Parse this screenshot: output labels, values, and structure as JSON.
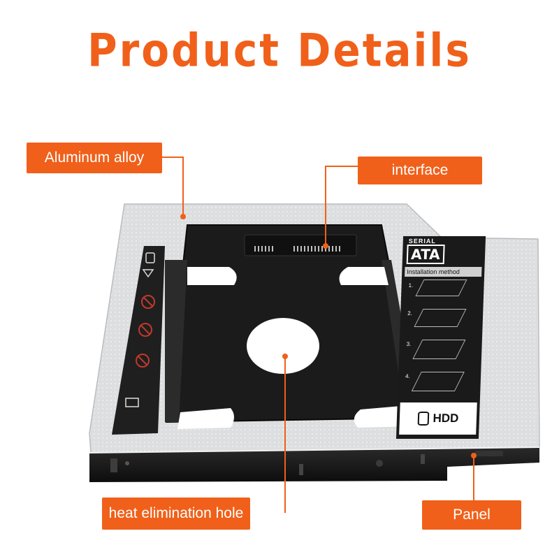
{
  "title": "Product Details",
  "callouts": {
    "aluminum": "Aluminum alloy",
    "interface": "interface",
    "heat_hole": "heat elimination hole",
    "panel": "Panel"
  },
  "sticker": {
    "brand_top": "SERIAL",
    "brand_main": "ATA",
    "method": "Installation method",
    "steps": [
      "1.",
      "2.",
      "3.",
      "4."
    ],
    "hdd": "HDD"
  },
  "colors": {
    "accent": "#f0601a",
    "frame": "#d8dadc",
    "tray": "#1b1b1b"
  }
}
